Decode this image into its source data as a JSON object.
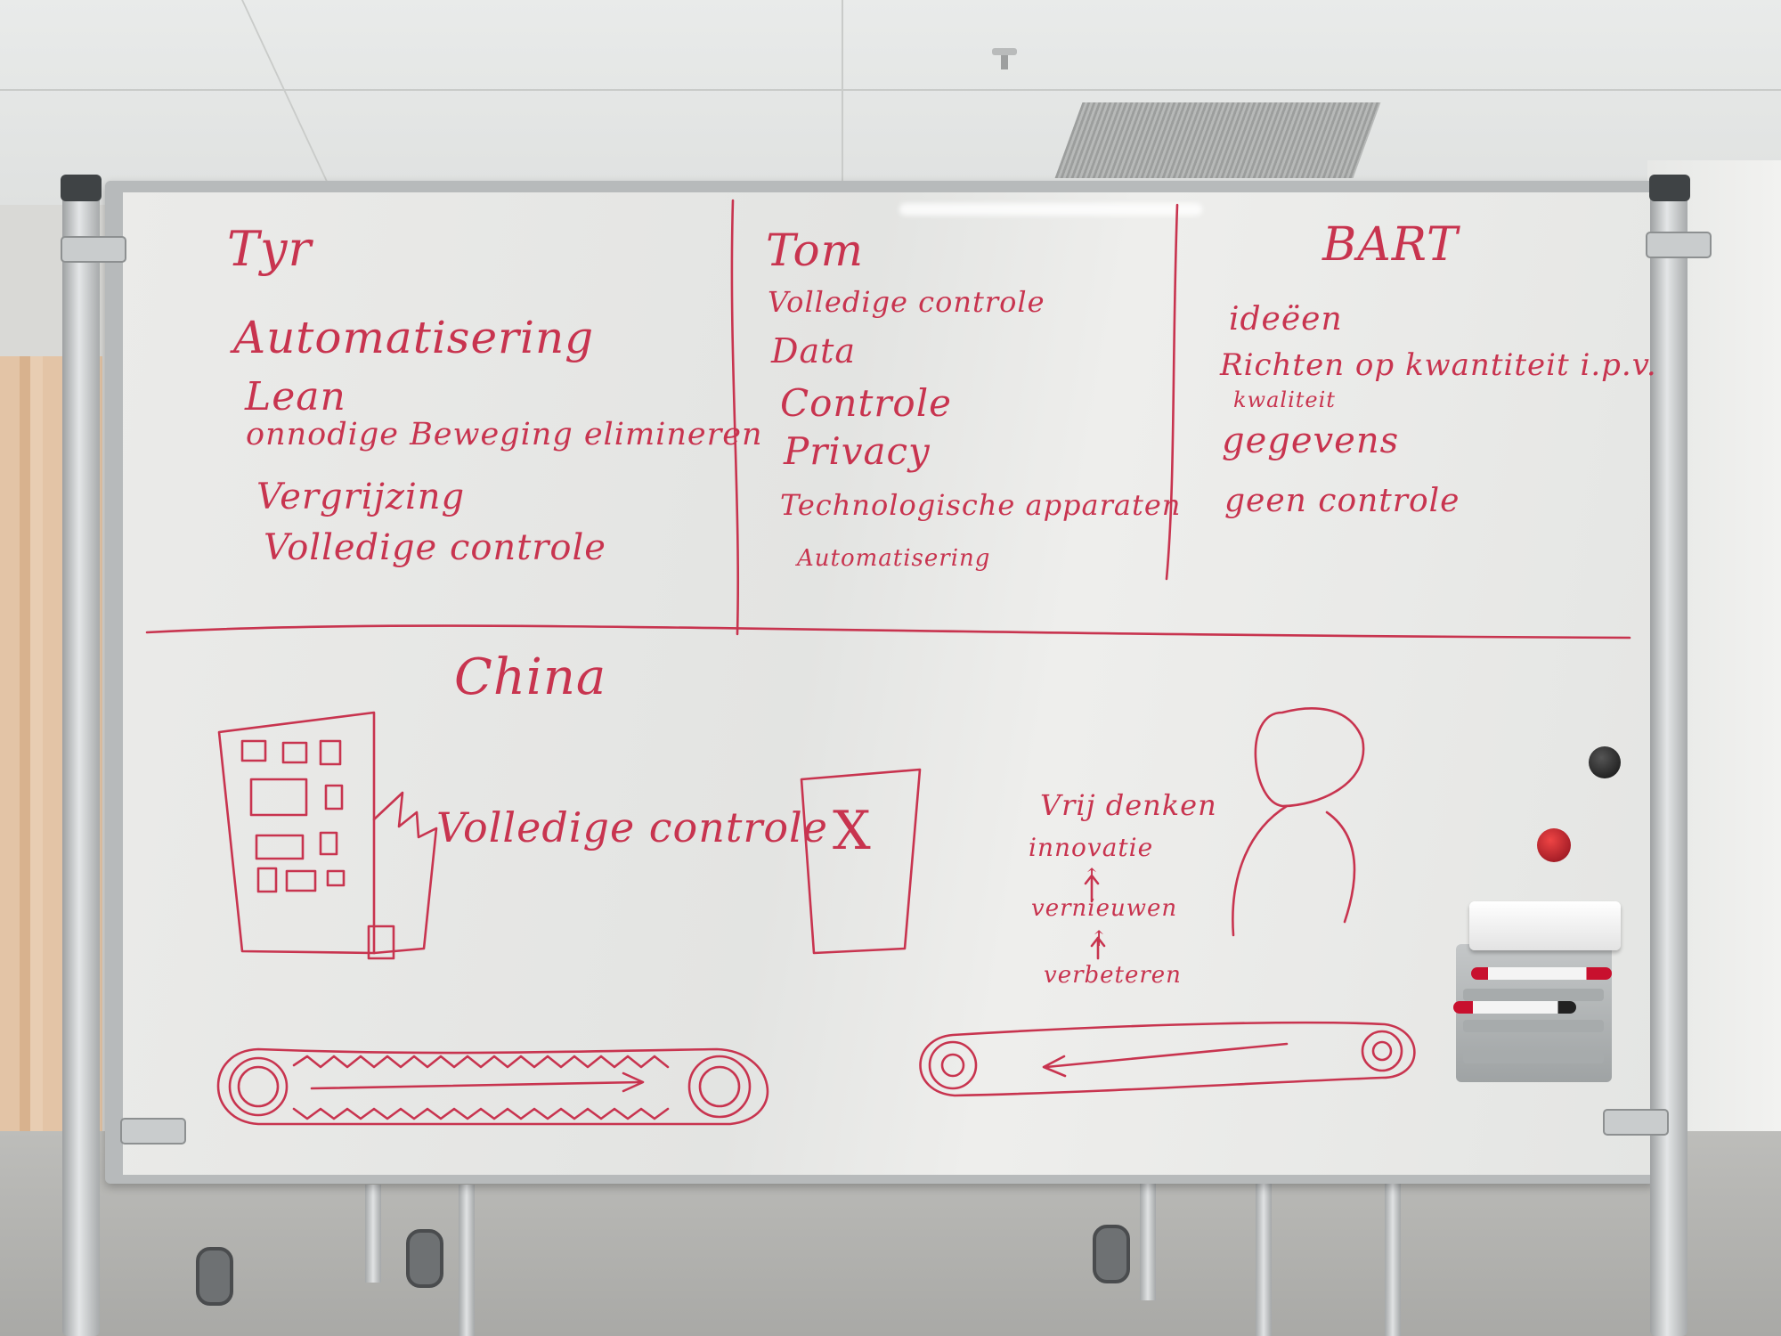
{
  "whiteboard": {
    "columns": [
      {
        "name": "Tyr",
        "items": [
          "Automatisering",
          "Lean",
          "onnodige Beweging elimineren",
          "Vergrijzing",
          "Volledige controle"
        ]
      },
      {
        "name": "Tom",
        "items": [
          "Volledige controle",
          "Data",
          "Controle",
          "Privacy",
          "Technologische apparaten",
          "Automatisering"
        ]
      },
      {
        "name": "BART",
        "items": [
          "ideëen",
          "Richten op kwantiteit i.p.v.",
          "kwaliteit",
          "gegevens",
          "geen controle"
        ]
      }
    ],
    "bottom": {
      "heading": "China",
      "factory_label": "Volledige controle",
      "box_mark": "X",
      "flow": [
        "Vrij denken",
        "innovatie",
        "↑",
        "vernieuwen",
        "↑",
        "verbeteren"
      ]
    }
  },
  "colors": {
    "ink": "#c8344f",
    "board": "#e8e9e7",
    "frame": "#b7babb"
  }
}
